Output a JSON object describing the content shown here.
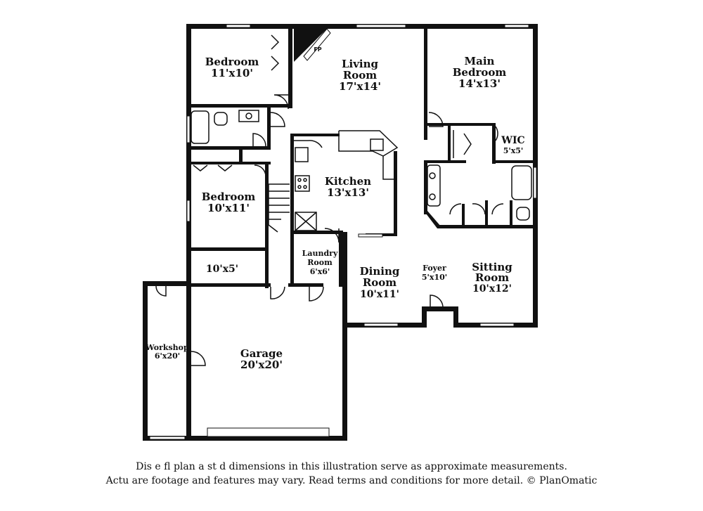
{
  "rooms": {
    "bedroom_nw": {
      "name": "Bedroom",
      "dim": "11'x10'"
    },
    "living": {
      "name1": "Living",
      "name2": "Room",
      "dim": "17'x14'"
    },
    "main_bedroom": {
      "name1": "Main",
      "name2": "Bedroom",
      "dim": "14'x13'"
    },
    "wic": {
      "name": "WIC",
      "dim": "5'x5'"
    },
    "kitchen": {
      "name": "Kitchen",
      "dim": "13'x13'"
    },
    "bedroom_w": {
      "name": "Bedroom",
      "dim": "10'x11'"
    },
    "laundry": {
      "name1": "Laundry",
      "name2": "Room",
      "dim": "6'x6'"
    },
    "dining": {
      "name1": "Dining",
      "name2": "Room",
      "dim": "10'x11'"
    },
    "foyer": {
      "name": "Foyer",
      "dim": "5'x10'"
    },
    "sitting": {
      "name1": "Sitting",
      "name2": "Room",
      "dim": "10'x12'"
    },
    "hall": {
      "dim": "10'x5'"
    },
    "workshop": {
      "name": "Workshop",
      "dim": "6'x20'"
    },
    "garage": {
      "name": "Garage",
      "dim": "20'x20'"
    }
  },
  "fireplace": "FP",
  "disclaimer": {
    "line1": "Dis          e fl     plan a    st    d dimensions in this illustration serve as approximate measurements.",
    "line2": "Actu         are footage and features may vary. Read terms and conditions for more detail. © PlanOmatic"
  }
}
